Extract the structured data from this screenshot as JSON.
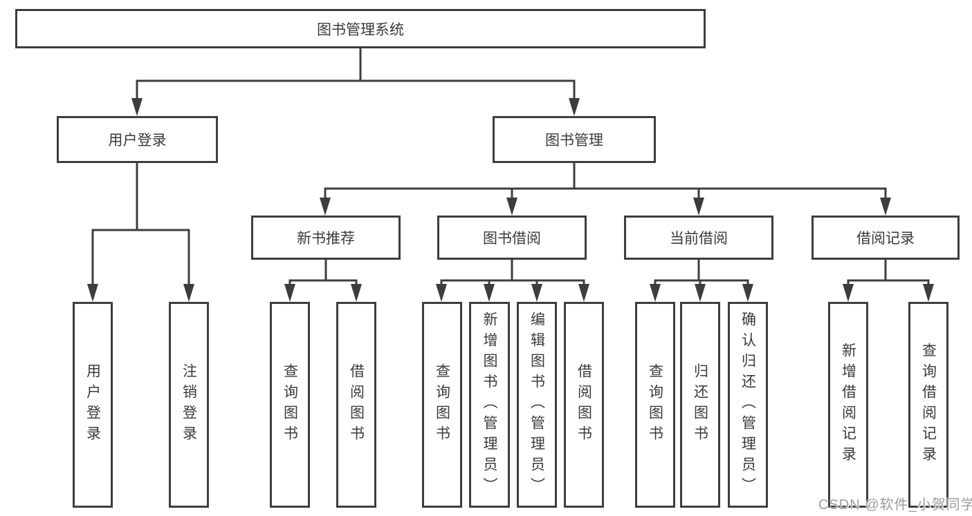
{
  "tree": {
    "label": "图书管理系统",
    "children": [
      {
        "label": "用户登录",
        "children": [
          {
            "label": "用户登录"
          },
          {
            "label": "注销登录"
          }
        ]
      },
      {
        "label": "图书管理",
        "children": [
          {
            "label": "新书推荐",
            "children": [
              {
                "label": "查询图书"
              },
              {
                "label": "借阅图书"
              }
            ]
          },
          {
            "label": "图书借阅",
            "children": [
              {
                "label": "查询图书"
              },
              {
                "label": "新增图书（管理员）"
              },
              {
                "label": "编辑图书（管理员）"
              },
              {
                "label": "借阅图书"
              }
            ]
          },
          {
            "label": "当前借阅",
            "children": [
              {
                "label": "查询图书"
              },
              {
                "label": "归还图书"
              },
              {
                "label": "确认归还（管理员）"
              }
            ]
          },
          {
            "label": "借阅记录",
            "children": [
              {
                "label": "新增借阅记录"
              },
              {
                "label": "查询借阅记录"
              }
            ]
          }
        ]
      }
    ]
  },
  "watermark": {
    "text": "CSDN @软件_小贺同学"
  },
  "colors": {
    "line": "#3d3d3d",
    "text": "#3a3a3a",
    "watermark": "#9d9da1",
    "background": "#ffffff"
  }
}
